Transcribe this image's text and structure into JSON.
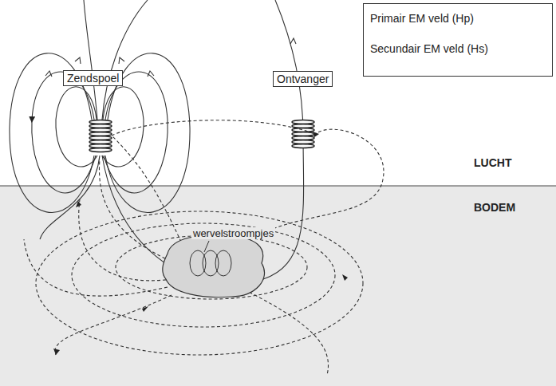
{
  "diagram": {
    "nodes": [
      {
        "text": [
          "Zendspoel"
        ]
      },
      {
        "text": [
          "Ontvanger"
        ]
      }
    ],
    "labels": [
      "LUCHT",
      "BODEM",
      "wervelstroompjes"
    ],
    "legend": [
      {
        "text": "Primair EM veld (Hp)"
      },
      {
        "text": "Secundair EM veld (Hs)"
      }
    ]
  }
}
